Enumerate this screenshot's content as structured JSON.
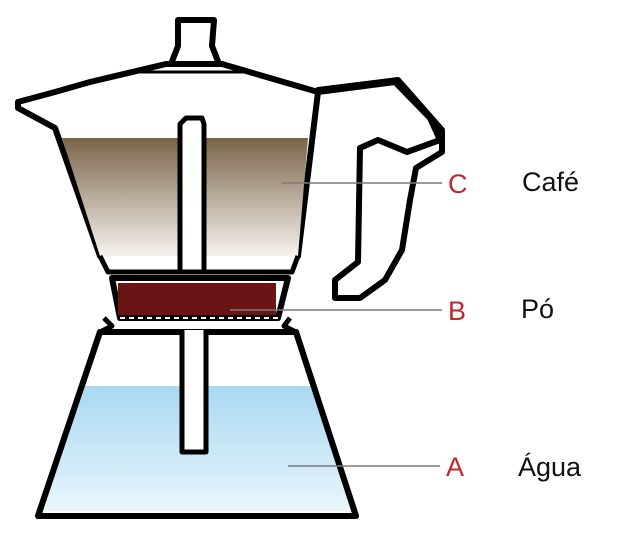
{
  "diagram": {
    "labels": [
      {
        "letter": "C",
        "name": "Café"
      },
      {
        "letter": "B",
        "name": "Pó"
      },
      {
        "letter": "A",
        "name": "Água"
      }
    ],
    "colors": {
      "outline": "#000000",
      "coffee_top": "#7a6448",
      "coffee_bottom": "#f7f3ee",
      "grounds": "#6b1414",
      "water_top": "#a9d8f2",
      "water_bottom": "#e9f6fc",
      "label_letter": "#c0282d",
      "leader_line": "#7a7a7a"
    }
  }
}
